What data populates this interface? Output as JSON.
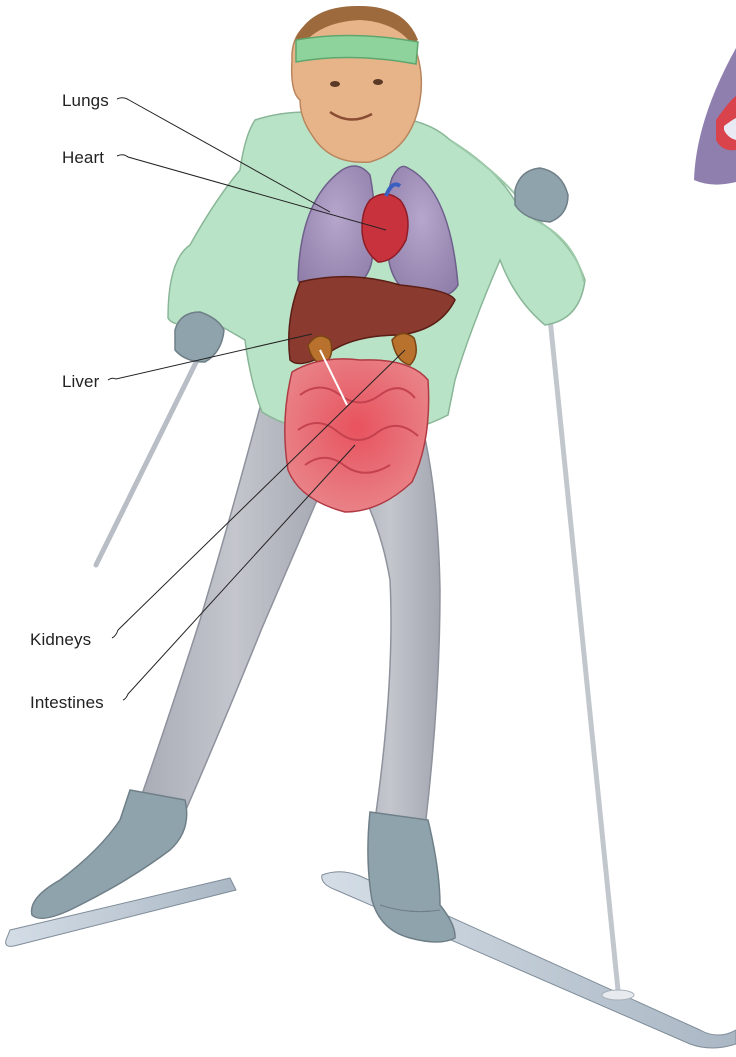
{
  "labels": {
    "lungs": "Lungs",
    "heart": "Heart",
    "liver": "Liver",
    "kidneys": "Kidneys",
    "intestines": "Intestines"
  },
  "colors": {
    "sweater": "#b9e3c6",
    "tights": "#b3b6bf",
    "boots": "#8fa3ac",
    "skin": "#e7b48a",
    "hair": "#9c6a3c",
    "headband": "#8fd39c",
    "lungs": "#9a8ab3",
    "heart": "#c8323c",
    "liver": "#8a3a2e",
    "kidneys": "#b9722e",
    "intestines": "#e0606a",
    "leader_line": "#222222"
  }
}
